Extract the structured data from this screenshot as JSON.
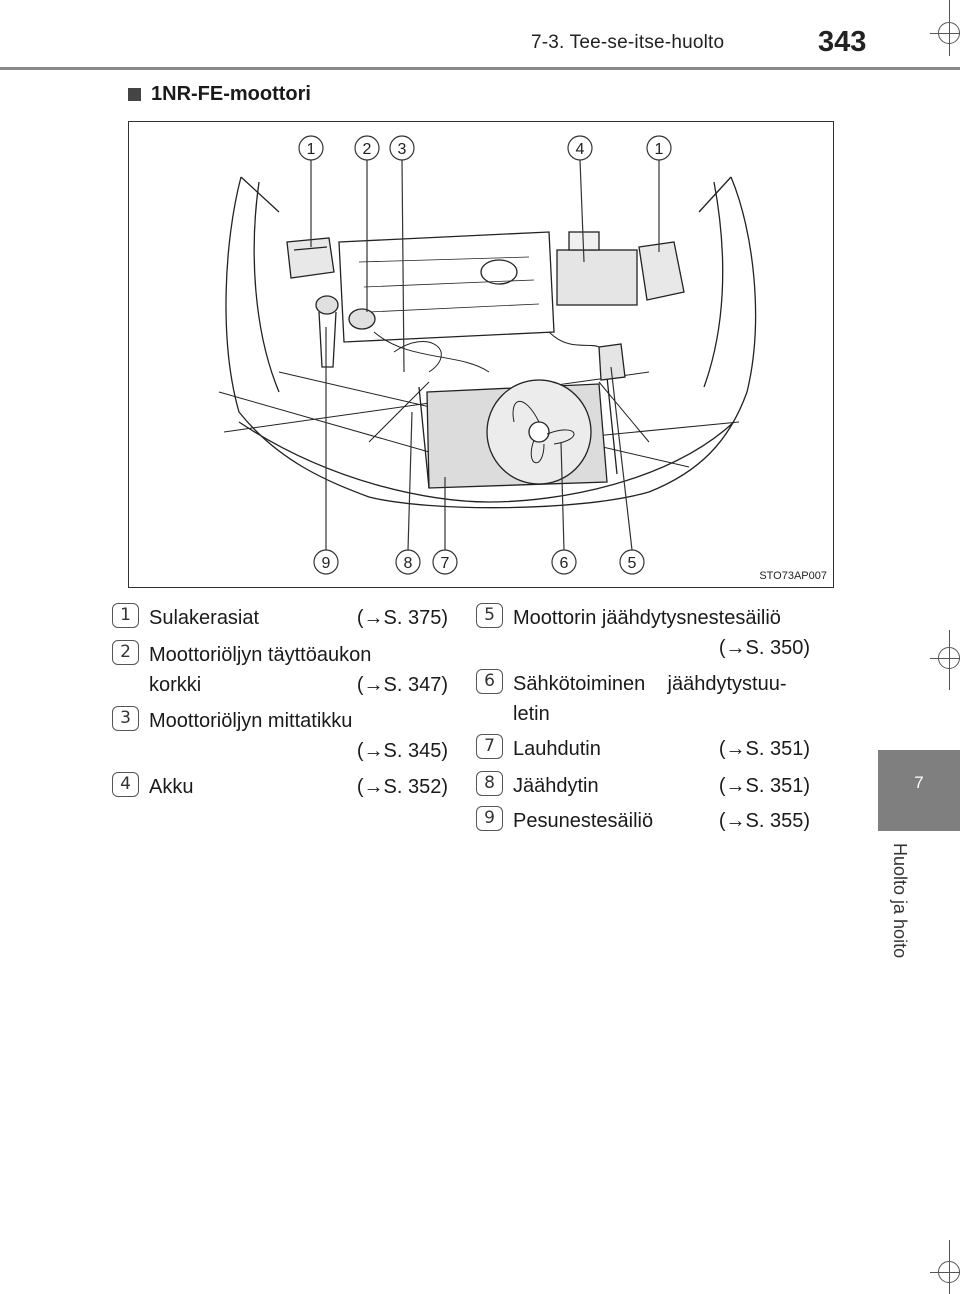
{
  "header": {
    "section_title": "7-3. Tee-se-itse-huolto",
    "page_number": "343"
  },
  "side_tab": {
    "chapter_number": "7",
    "chapter_title": "Huolto ja hoito"
  },
  "heading": "1NR-FE-moottori",
  "figure": {
    "code": "STO73AP007",
    "top_callouts": [
      "1",
      "2",
      "3",
      "4",
      "1"
    ],
    "bottom_callouts": [
      "9",
      "8",
      "7",
      "6",
      "5"
    ]
  },
  "legend": {
    "left": [
      {
        "num": "1",
        "label": "Sulakerasiat",
        "ref": "(→S. 375)"
      },
      {
        "num": "2",
        "label": "Moottoriöljyn täyttöaukon",
        "label2": "korkki",
        "ref": "(→S. 347)"
      },
      {
        "num": "3",
        "label": "Moottoriöljyn mittatikku",
        "ref": "(→S. 345)"
      },
      {
        "num": "4",
        "label": "Akku",
        "ref": "(→S. 352)"
      }
    ],
    "right": [
      {
        "num": "5",
        "label": "Moottorin jäähdytysnestesäiliö",
        "ref": "(→S. 350)"
      },
      {
        "num": "6",
        "label": "Sähkötoiminen    jäähdytystuu-",
        "label2": "letin"
      },
      {
        "num": "7",
        "label": "Lauhdutin",
        "ref": "(→S. 351)"
      },
      {
        "num": "8",
        "label": "Jäähdytin",
        "ref": "(→S. 351)"
      },
      {
        "num": "9",
        "label": "Pesunestesäiliö",
        "ref": "(→S. 355)"
      }
    ]
  }
}
